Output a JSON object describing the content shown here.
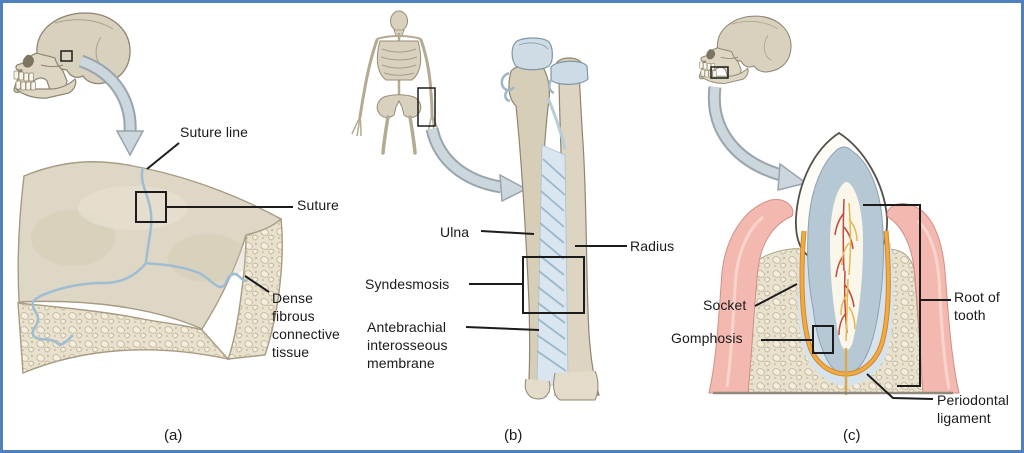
{
  "figure": {
    "title_hint": "Fibrous joints figure",
    "border_color": "#4f81bd",
    "colors": {
      "bone_beige": "#d8d1bd",
      "spongy_bone": "#e8e1cd",
      "suture_blue": "#9fbdd2",
      "membrane_blue": "#d9e6ef",
      "ligament_blue": "#ccdbe5",
      "gum_pink": "#f3b9b0",
      "dentin_blue": "#b7c8d5",
      "periodontal_orange": "#f2ab44",
      "vessel_red": "#c14b3e",
      "vessel_yellow": "#e7b64f",
      "annotation_black": "#1c1c1c"
    },
    "panel_a": {
      "caption": "(a)",
      "label_suture_line": "Suture line",
      "label_suture": "Suture",
      "label_dense_fibrous": "Dense\nfibrous\nconnective\ntissue"
    },
    "panel_b": {
      "caption": "(b)",
      "label_ulna": "Ulna",
      "label_radius": "Radius",
      "label_syndesmosis": "Syndesmosis",
      "label_membrane": "Antebrachial\ninterosseous\nmembrane"
    },
    "panel_c": {
      "caption": "(c)",
      "label_socket": "Socket",
      "label_gomphosis": "Gomphosis",
      "label_root": "Root of\ntooth",
      "label_periodontal": "Periodontal\nligament"
    }
  }
}
